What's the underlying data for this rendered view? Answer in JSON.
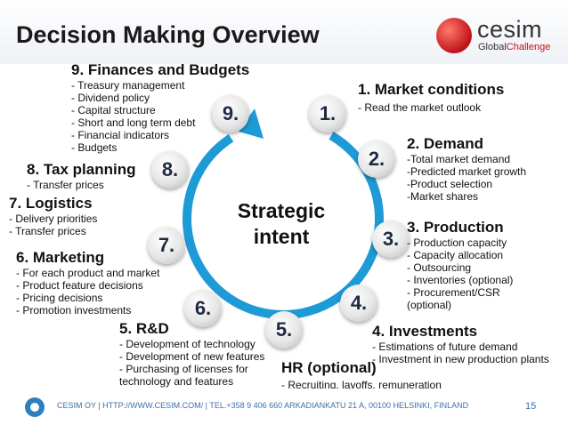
{
  "title": "Decision Making Overview",
  "logo": {
    "name": "cesim",
    "sub_gray": "Global",
    "sub_red": "Challenge",
    "brand_color": "#c0121a"
  },
  "center_text": [
    "Strategic",
    "intent"
  ],
  "badges": [
    "1.",
    "2.",
    "3.",
    "4.",
    "5.",
    "6.",
    "7.",
    "8.",
    "9."
  ],
  "sections": {
    "market": {
      "heading": "1. Market conditions",
      "items": [
        "Read the market outlook"
      ]
    },
    "demand": {
      "heading": "2. Demand",
      "items": [
        "-Total market demand",
        "-Predicted market growth",
        "-Product selection",
        "-Market shares"
      ]
    },
    "production": {
      "heading": "3. Production",
      "items": [
        "Production capacity",
        "Capacity allocation",
        "Outsourcing",
        "Inventories (optional)",
        "Procurement/CSR"
      ],
      "extra": "(optional)"
    },
    "investments": {
      "heading": "4. Investments",
      "items": [
        "Estimations of future demand",
        "Investment in new production plants"
      ]
    },
    "hr": {
      "heading": "HR (optional)",
      "items": [
        "Recruiting, layoffs, remuneration"
      ]
    },
    "rnd": {
      "heading": "5. R&D",
      "items": [
        "Development of technology",
        "Development of new features",
        "Purchasing of licenses for"
      ],
      "extra": "technology and features"
    },
    "marketing": {
      "heading": "6. Marketing",
      "items": [
        "For each product and market",
        "Product feature decisions",
        "Pricing decisions",
        "Promotion investments"
      ]
    },
    "logistics": {
      "heading": "7. Logistics",
      "items": [
        "Delivery priorities",
        "Transfer prices"
      ]
    },
    "tax": {
      "heading": "8. Tax planning",
      "items": [
        "Transfer prices"
      ]
    },
    "finances": {
      "heading": "9. Finances and Budgets",
      "items": [
        "Treasury management",
        "Dividend policy",
        "Capital structure",
        "Short and long term debt",
        "Financial indicators",
        "Budgets"
      ]
    }
  },
  "footer": {
    "text": "CESIM OY | HTTP://WWW.CESIM.COM/ | TEL.+358 9 406 660    ARKADIANKATU 21 A, 00100 HELSINKI, FINLAND",
    "page": "15"
  },
  "colors": {
    "arrow": "#1e9ad6",
    "badge_text": "#1f2a44",
    "footer_text": "#3d6fa8"
  }
}
